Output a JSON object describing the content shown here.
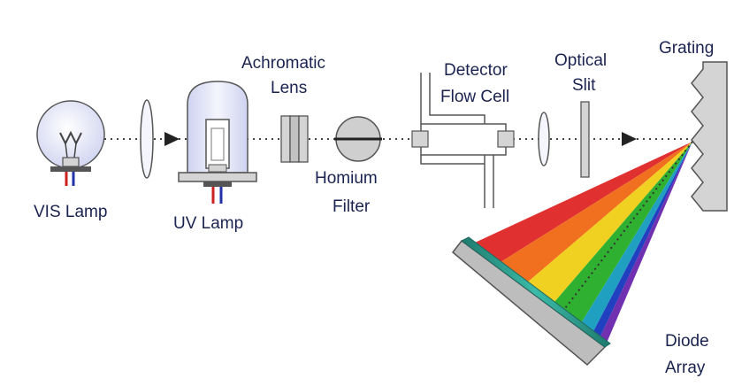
{
  "diagram": {
    "labels": {
      "vis_lamp": "VIS Lamp",
      "uv_lamp": "UV Lamp",
      "achromatic_line1": "Achromatic",
      "achromatic_line2": "Lens",
      "homium_line1": "Homium",
      "homium_line2": "Filter",
      "detector_line1": "Detector",
      "detector_line2": "Flow Cell",
      "optical_line1": "Optical",
      "optical_line2": "Slit",
      "grating": "Grating",
      "diode_line1": "Diode",
      "diode_line2": "Array"
    },
    "colors": {
      "label_text": "#1a2350",
      "beam": "#444444",
      "outline": "#444444",
      "component_fill": "#d4d4d4",
      "lamp_glass": "#e3e6f7",
      "lead_red": "#cc2222",
      "lead_blue": "#2233aa",
      "diode_array": "#2a9a8a",
      "spectrum": [
        "#e03030",
        "#f07020",
        "#f0d020",
        "#30b030",
        "#20a0c0",
        "#2040c0",
        "#7030b0"
      ]
    }
  }
}
